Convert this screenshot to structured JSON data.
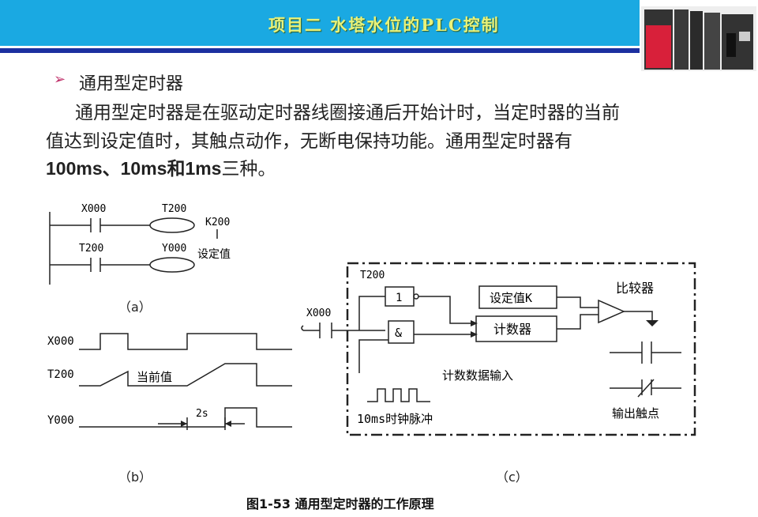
{
  "header": {
    "title": "项目二  水塔水位的PLC控制"
  },
  "section": {
    "bullet": "➢",
    "heading": "通用型定时器"
  },
  "body": {
    "line1": "通用型定时器是在驱动定时器线圈接通后开始计时，当定时器的当前",
    "line2": "值达到设定值时，其触点动作，无断电保持功能。通用型定时器有",
    "line3_bold": "100ms、10ms和1ms",
    "line3_rest": "三种。"
  },
  "fig_a": {
    "x000": "X000",
    "t200_coil": "T200",
    "k200": "K200",
    "setval": "设定值",
    "t200_contact": "T200",
    "y000_coil": "Y000",
    "label": "（a）"
  },
  "fig_b": {
    "x000": "X000",
    "t200": "T200",
    "y000": "Y000",
    "current": "当前值",
    "time": "2s",
    "label": "（b）"
  },
  "fig_c": {
    "t200": "T200",
    "x000": "X000",
    "not_gate": "1",
    "and_gate": "&",
    "setpoint": "设定值K",
    "counter": "计数器",
    "comparator": "比较器",
    "count_input": "计数数据输入",
    "clock": "10ms时钟脉冲",
    "output": "输出触点",
    "label": "（c）"
  },
  "caption": {
    "text": "图1-53    通用型定时器的工作原理"
  }
}
